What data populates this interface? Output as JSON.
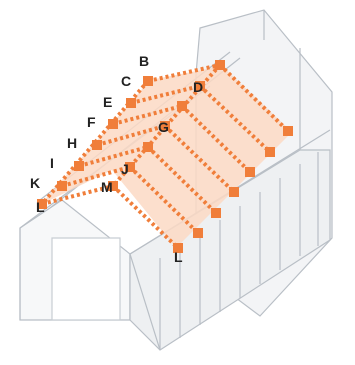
{
  "labels": {
    "B": "B",
    "C": "C",
    "D": "D",
    "E": "E",
    "F": "F",
    "G": "G",
    "H": "H",
    "I": "I",
    "J": "J",
    "K": "K",
    "L_left": "L",
    "M": "M",
    "L_bottom": "L"
  },
  "colors": {
    "frame": "#b9bfc6",
    "glass": "#e9ecef",
    "panel_fill": "#fbd9c4",
    "dotted_line": "#f07e3a",
    "bracket": "#f07e3a",
    "label_text": "#222222"
  },
  "icons": {
    "bracket": "square-bracket-icon"
  }
}
